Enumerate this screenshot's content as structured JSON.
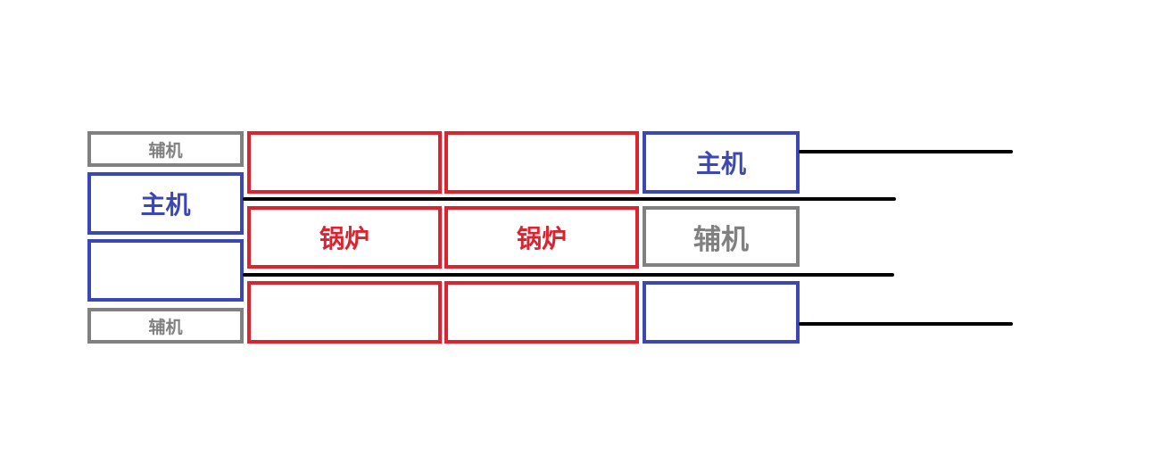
{
  "colors": {
    "auxiliary": "#808080",
    "main_engine": "#3b48b4",
    "boiler": "#dc2330",
    "line": "#000000"
  },
  "left": {
    "aux_top": "辅机",
    "main": "主机",
    "blank": "",
    "aux_bottom": "辅机"
  },
  "boilers": {
    "row1_col1": "",
    "row1_col2": "",
    "row2_col1": "锅炉",
    "row2_col2": "锅炉",
    "row3_col1": "",
    "row3_col2": ""
  },
  "right": {
    "main": "主机",
    "aux": "辅机",
    "blank": ""
  }
}
